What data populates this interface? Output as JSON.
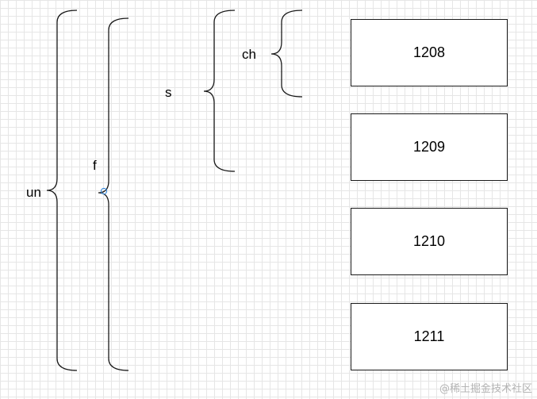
{
  "labels": {
    "un": "un",
    "f": "f",
    "s": "s",
    "ch": "ch"
  },
  "boxes": [
    "1208",
    "1209",
    "1210",
    "1211"
  ],
  "watermark": "@稀土掘金技术社区",
  "colors": {
    "line": "#1a1a1a",
    "grid": "#e6e6e6",
    "handle": "#3c8cdc",
    "watermark": "#b4b4b4"
  }
}
